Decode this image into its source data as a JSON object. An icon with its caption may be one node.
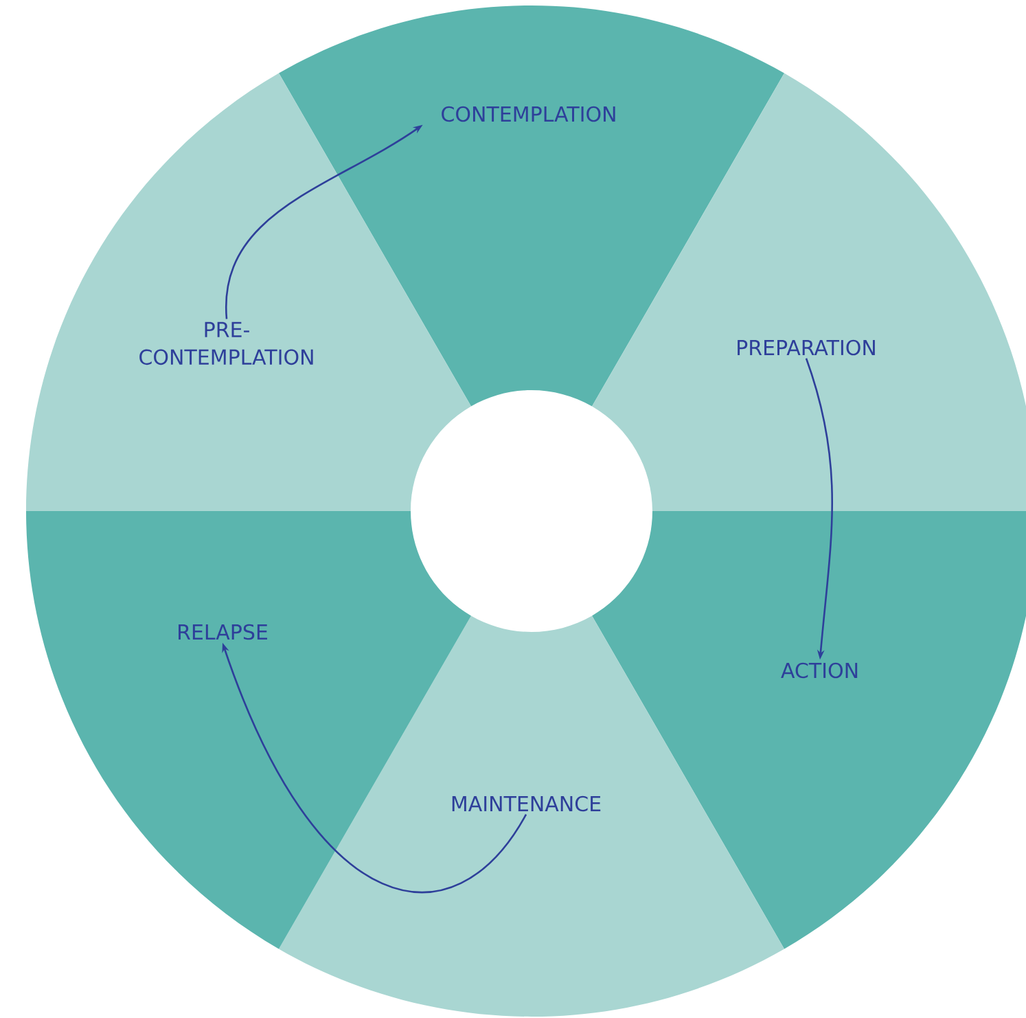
{
  "diagram": {
    "nodes": [
      {
        "text": [
          "CONTEMPLATION"
        ]
      },
      {
        "text": [
          "PREPARATION"
        ]
      },
      {
        "text": [
          "ACTION"
        ]
      },
      {
        "text": [
          "MAINTENANCE"
        ]
      },
      {
        "text": [
          "RELAPSE"
        ]
      },
      {
        "text": [
          "PRE- CONTEMPLATION"
        ]
      }
    ],
    "edges": [
      {
        "from": 5,
        "to": 0,
        "arrow": "to"
      },
      {
        "from": 1,
        "to": 2,
        "arrow": "to"
      },
      {
        "from": 3,
        "to": 4,
        "arrow": "to"
      }
    ]
  }
}
